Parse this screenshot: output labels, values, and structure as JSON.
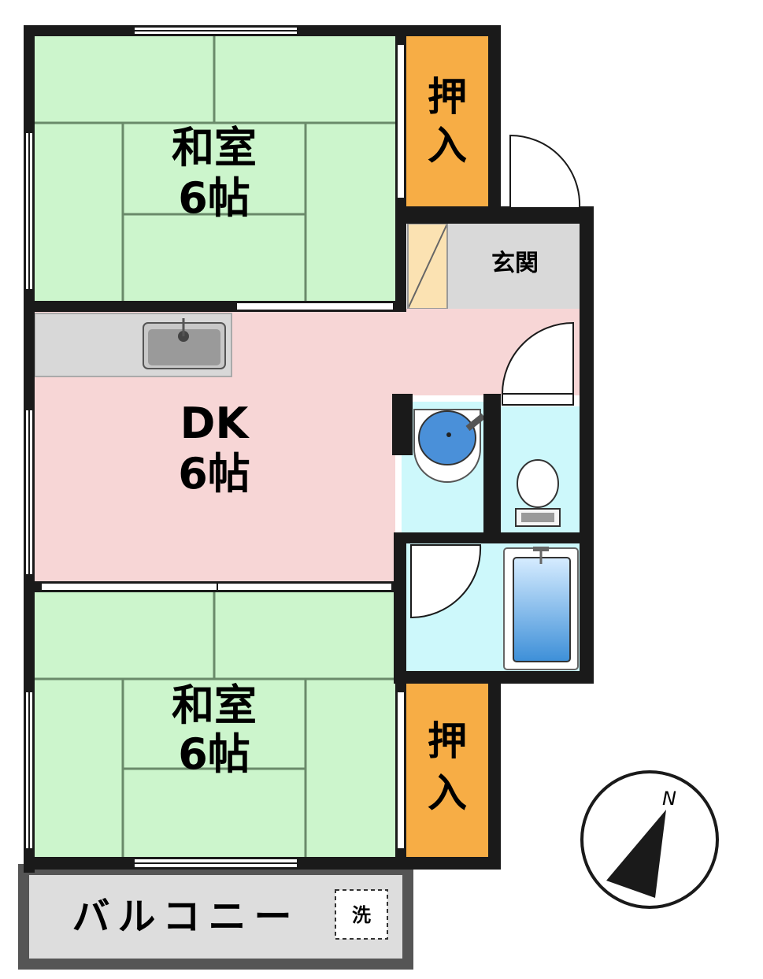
{
  "rooms": {
    "washitsu_top": {
      "name": "和室",
      "size": "6帖"
    },
    "oshiire_top": {
      "chars": [
        "押",
        "入"
      ]
    },
    "genkan": {
      "name": "玄関"
    },
    "dk": {
      "name": "DK",
      "size": "6帖"
    },
    "washitsu_bottom": {
      "name": "和室",
      "size": "6帖"
    },
    "oshiire_bottom": {
      "chars": [
        "押",
        "入"
      ]
    },
    "balcony": {
      "name": "バルコニー"
    },
    "washer": {
      "label": "洗"
    }
  },
  "compass": {
    "label": "N"
  },
  "colors": {
    "tatami": "#ccf5cc",
    "tatami_line": "#6a8a6a",
    "closet": "#f7ad45",
    "dk_floor": "#f7d6d6",
    "wet_area": "#cdf8fb",
    "genkan": "#d9d9d9",
    "balcony": "#dddddd",
    "wall": "#1a1a1a",
    "sink": "#9a9a9a",
    "basin": "#4a90d9",
    "tub": "#5aa8e6"
  }
}
